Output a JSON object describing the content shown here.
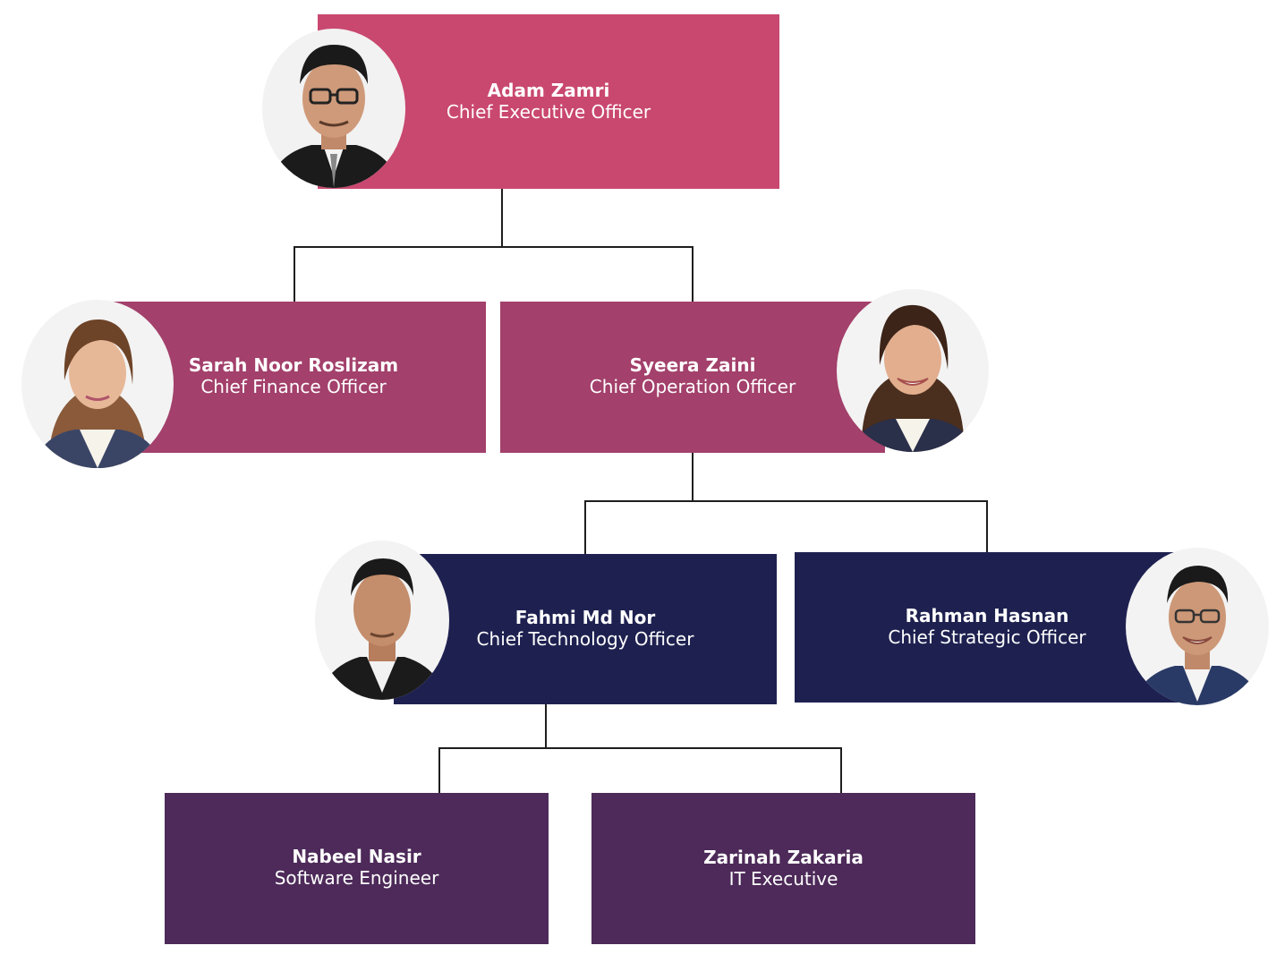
{
  "colors": {
    "ceo": "#c9486f",
    "chiefs": "#a3406b",
    "tech": "#1e2150",
    "staff": "#4d2a59",
    "connector": "#1e1e1e"
  },
  "people": {
    "adam": {
      "name": "Adam Zamri",
      "title": "Chief Executive Officer"
    },
    "sarah": {
      "name": "Sarah Noor Roslizam",
      "title": "Chief Finance Officer"
    },
    "syeera": {
      "name": "Syeera Zaini",
      "title": "Chief Operation Officer"
    },
    "fahmi": {
      "name": "Fahmi Md Nor",
      "title": "Chief Technology Officer"
    },
    "rahman": {
      "name": "Rahman Hasnan",
      "title": "Chief Strategic Officer"
    },
    "nabeel": {
      "name": "Nabeel Nasir",
      "title": "Software Engineer"
    },
    "zarinah": {
      "name": "Zarinah Zakaria",
      "title": "IT Executive"
    }
  }
}
